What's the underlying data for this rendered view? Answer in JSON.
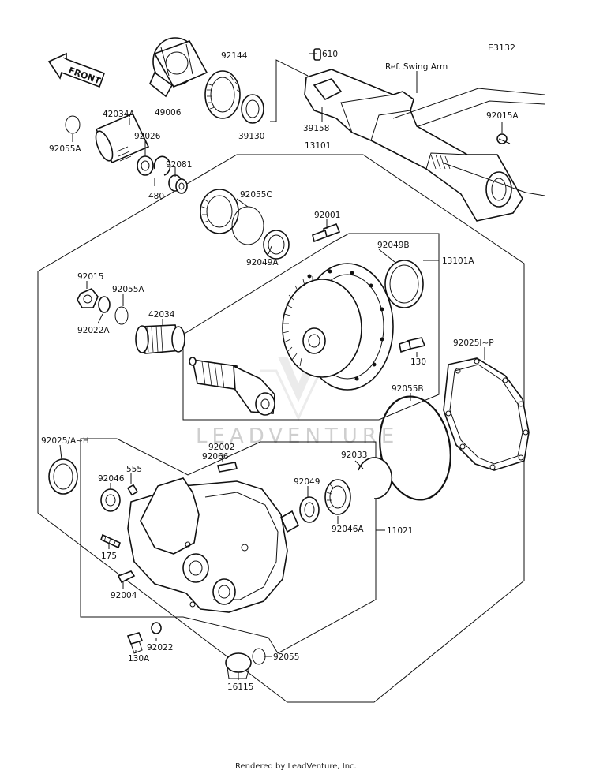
{
  "diagram_code": "E3132",
  "front_label": "FRONT",
  "ref_label": "Ref. Swing Arm",
  "watermark": "LEADVENTURE",
  "footer": "Rendered by LeadVenture, Inc.",
  "parts": {
    "p92144": "92144",
    "p49006": "49006",
    "p39130": "39130",
    "p610": "610",
    "p39158": "39158",
    "p13101": "13101",
    "p92015A": "92015A",
    "p42034A": "42034A",
    "p92026": "92026",
    "p92055A_top": "92055A",
    "p92081": "92081",
    "p480": "480",
    "p92055C": "92055C",
    "p92001": "92001",
    "p92049B": "92049B",
    "p13101A": "13101A",
    "p92049A": "92049A",
    "p92015": "92015",
    "p92055A_mid": "92055A",
    "p92022A": "92022A",
    "p42034": "42034",
    "p130": "130",
    "p92025I_P": "92025I∼P",
    "p92055B": "92055B",
    "p92025A_H": "92025/A∼H",
    "p92002": "92002",
    "p92066": "92066",
    "p555": "555",
    "p92046": "92046",
    "p92033": "92033",
    "p92049": "92049",
    "p92046A": "92046A",
    "p11021": "11021",
    "p175": "175",
    "p92004": "92004",
    "p92022": "92022",
    "p130A": "130A",
    "p92055_bottom": "92055",
    "p16115": "16115"
  }
}
